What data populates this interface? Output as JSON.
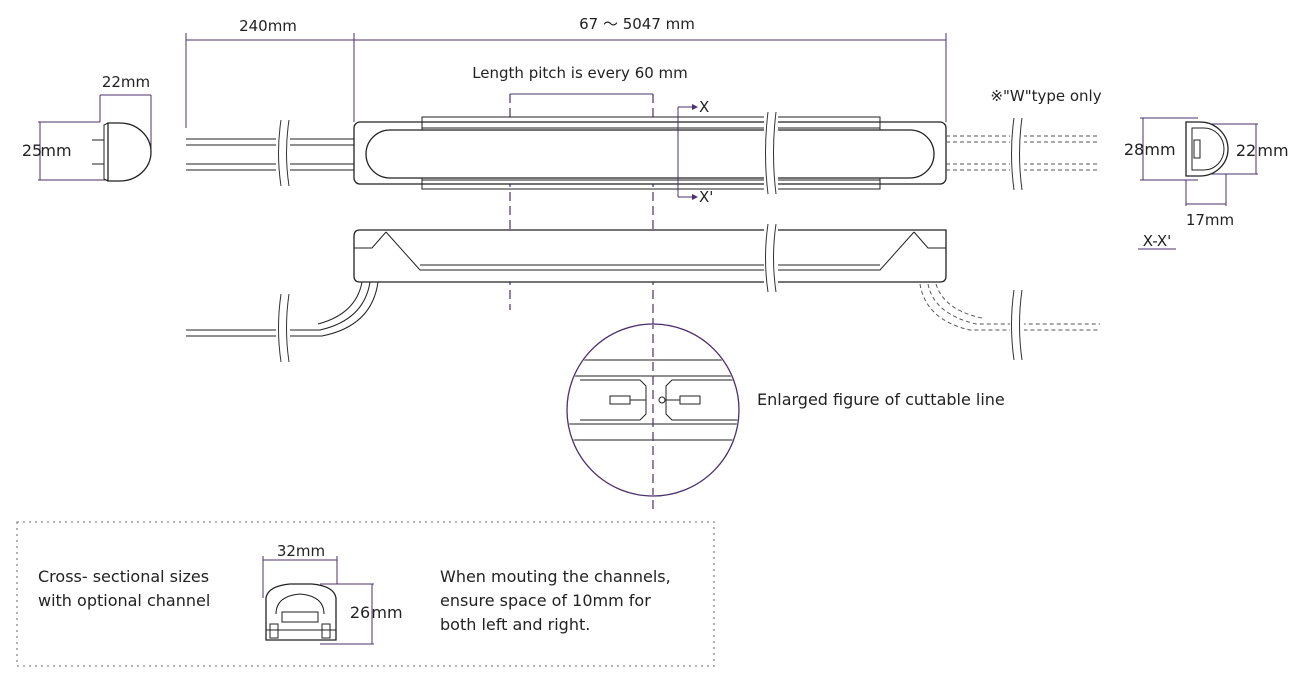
{
  "dimensions": {
    "lead_length": "240mm",
    "body_length": "67 ～ 5047 mm",
    "length_pitch": "Length pitch is every 60 mm",
    "end_width": "22mm",
    "end_height": "25",
    "end_height_unit": "mm",
    "section_height": "28",
    "section_height_unit": "mm",
    "section_width": "22",
    "section_width_unit": "mm",
    "section_depth": "17mm"
  },
  "labels": {
    "w_type_note": "※\"W\"type only",
    "x_marker": "X",
    "x_prime_marker": "X'",
    "section_label": "X-X'",
    "enlarged_caption": "Enlarged figure of cuttable line"
  },
  "channel_note": {
    "title_line1": "Cross- sectional sizes",
    "title_line2": "with optional channel",
    "width": "32mm",
    "height": "26",
    "height_unit": "mm",
    "instruction_line1": "When mouting the channels,",
    "instruction_line2": "ensure space of 10mm for",
    "instruction_line3": "both left and right."
  },
  "colors": {
    "dimension_line": "#4b2f6e",
    "outline": "#222222",
    "note_border": "#8a8a8a"
  }
}
